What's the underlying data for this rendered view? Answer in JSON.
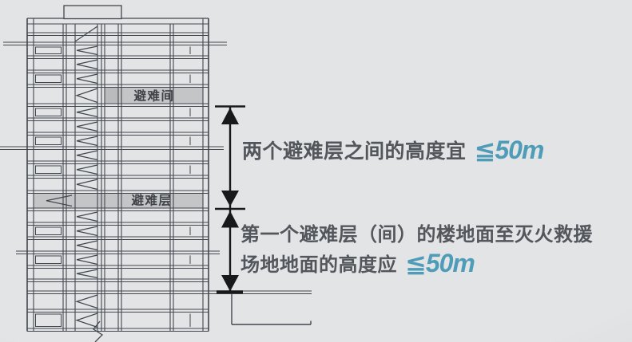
{
  "colors": {
    "background": "#dfe1e3",
    "line": "#42474e",
    "dimension_black": "#17191b",
    "band_fill": "#c3c5c7",
    "band_fill_dark": "#b9bbbd",
    "accent_blue": "#4f9cb8",
    "text_dark": "#53565b"
  },
  "building": {
    "refuge_room_label": "避难间",
    "refuge_floor_label": "避难层"
  },
  "annotations": {
    "between": {
      "text": "两个避难层之间的高度宜",
      "value": "≦50m"
    },
    "first": {
      "line1": "第一个避难层（间）的楼地面至灭火救援",
      "line2": "场地地面的高度应",
      "value": "≦50m"
    }
  }
}
